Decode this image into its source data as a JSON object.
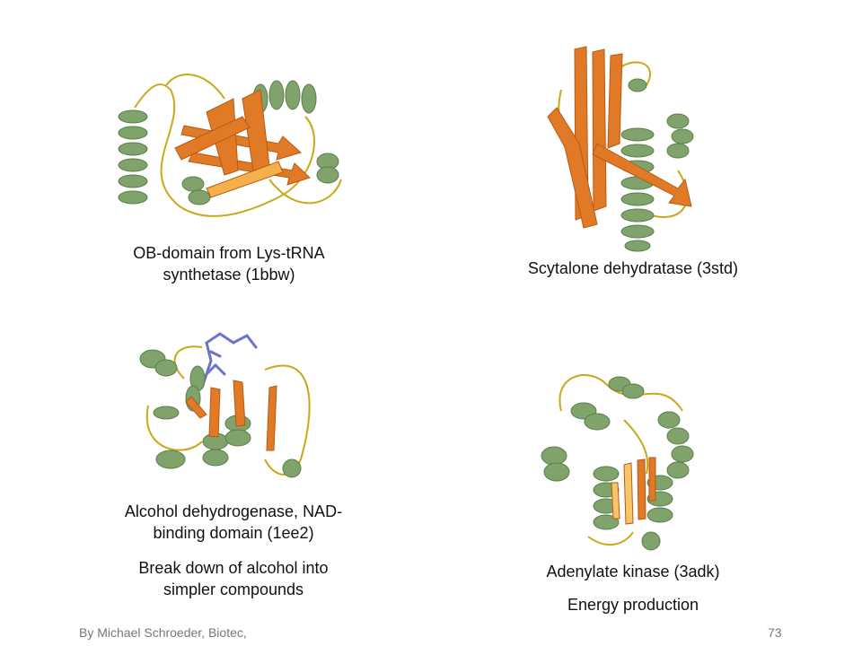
{
  "panels": [
    {
      "icon": "protein-ribbon-structure-image",
      "caption_lines": [
        "OB-domain from Lys-tRNA",
        "synthetase (1bbw)"
      ]
    },
    {
      "icon": "protein-ribbon-structure-image",
      "caption_lines": [
        "Scytalone dehydratase (3std)"
      ]
    },
    {
      "icon": "protein-ribbon-structure-image",
      "caption_lines": [
        "Alcohol dehydrogenase, NAD-",
        "binding domain (1ee2)"
      ],
      "note_lines": [
        "Break down of alcohol into",
        "simpler compounds"
      ]
    },
    {
      "icon": "protein-ribbon-structure-image",
      "caption_lines": [
        "Adenylate kinase (3adk)"
      ],
      "note_lines": [
        "Energy production"
      ]
    }
  ],
  "footer": {
    "author": "By Michael Schroeder, Biotec,",
    "page_number": "73"
  },
  "colors": {
    "helix": "#7fa36b",
    "helix_dark": "#5b7e4b",
    "strand": "#e07a26",
    "strand_dark": "#b85a12",
    "loop": "#c9a81a",
    "ligand": "#6a74c9"
  }
}
